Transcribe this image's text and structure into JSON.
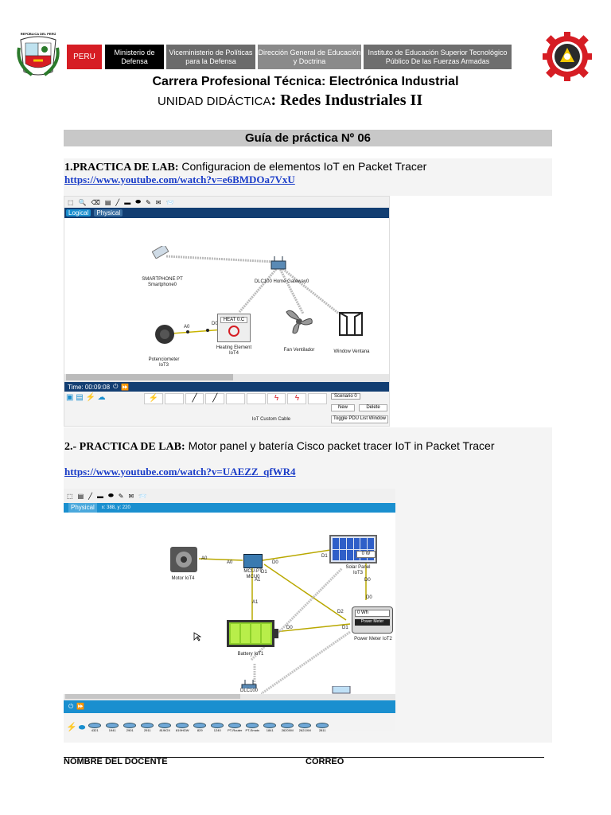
{
  "header": {
    "peru": "PERU",
    "ministry": "Ministerio de Defensa",
    "vice": "Viceministerio de Políticas para la Defensa",
    "direction": "Dirección General de Educación y Doctrina",
    "institute": "Instituto de Educación Superior Tecnológico Público De las Fuerzas Armadas",
    "crest_text": "REPÚBLICA DEL PERÚ"
  },
  "title": "Carrera Profesional Técnica: Electrónica Industrial",
  "unit_label": "UNIDAD DIDÁCTICA",
  "unit_name": "Redes Industriales II",
  "guide_title": "Guía de práctica Nº 06",
  "practice1": {
    "prefix": "1.PRACTICA DE LAB:",
    "text": "Configuracion de elementos IoT en Packet Tracer",
    "url": "https://www.youtube.com/watch?v=e6BMDOa7VxU",
    "sim": {
      "tab_logical": "Logical",
      "tab_physical": "Physical",
      "time": "Time: 00:09:08",
      "nodes": {
        "smartphone": "SMARTPHONE PT Smartphone0",
        "gateway": "DLC100 Home Gateway0",
        "fan": "Fan Ventilador",
        "window": "Window Ventana",
        "pot": "Potenciometer IoT3",
        "heat": "Heating Element IoT4",
        "heat_display": "HEAT 0.C"
      },
      "ports": {
        "a0": "A0",
        "d0": "D0"
      },
      "scenario": "Scenario 0",
      "new_btn": "New",
      "delete_btn": "Delete",
      "toggle_btn": "Toggle PDU List Window",
      "cable": "IoT Custom Cable"
    }
  },
  "practice2": {
    "prefix": "2.- PRACTICA DE LAB:",
    "text": "Motor panel y batería Cisco packet tracer IoT in Packet Tracer",
    "url": "https://www.youtube.com/watch?v=UAEZZ_qfWR4",
    "sim": {
      "tab_physical": "Physical",
      "coords": "x: 388, y: 220",
      "nodes": {
        "motor": "Motor IoT4",
        "mcu": "MCU-PT MCU0",
        "solar": "Solar Panel IoT3",
        "battery": "Battery IoT1",
        "meter": "Power Meter IoT2",
        "meter_display": "0 Wh",
        "meter_caption": "Power Meter",
        "solar_display": "0 W",
        "gateway": "DLC100"
      },
      "ports": {
        "a0": "A0",
        "a0b": "A0",
        "d0": "D0",
        "d1": "D1",
        "a1": "A1",
        "a1b": "A1",
        "d0b": "D0",
        "d1b": "D1",
        "d2": "D2",
        "d0c": "D0",
        "d1c": "D1",
        "d0d": "D0"
      },
      "devices": [
        "4321",
        "1941",
        "2901",
        "2911",
        "819IOX",
        "819HGW",
        "829",
        "1240",
        "PT-Router",
        "PT-Empty",
        "1841",
        "2620XM",
        "2621XM",
        "2811"
      ]
    }
  },
  "footer": {
    "teacher": "NOMBRE DEL DOCENTE",
    "email": "CORREO"
  }
}
